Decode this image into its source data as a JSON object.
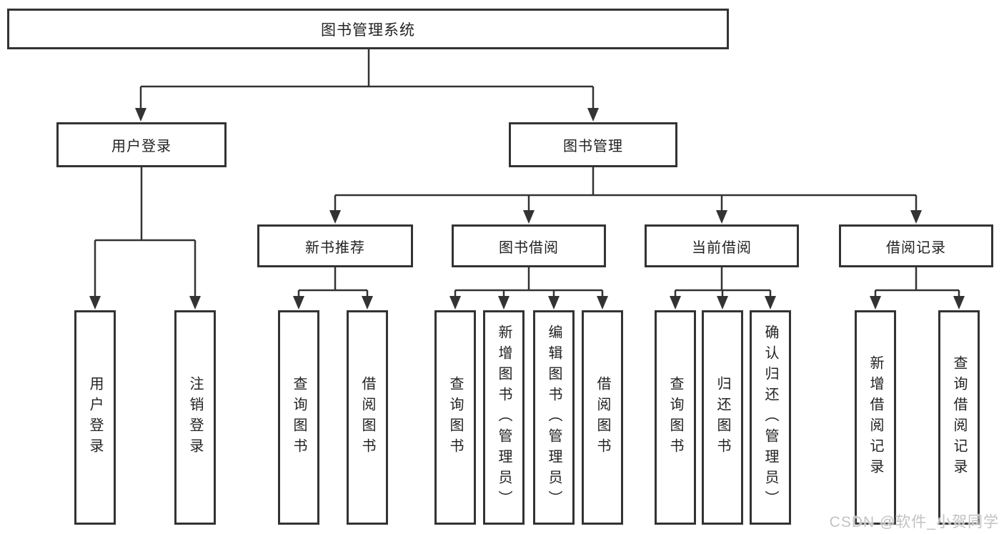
{
  "tree": {
    "label": "图书管理系统",
    "children": [
      {
        "label": "用户登录",
        "children": [
          {
            "label": "用户登录"
          },
          {
            "label": "注销登录"
          }
        ]
      },
      {
        "label": "图书管理",
        "children": [
          {
            "label": "新书推荐",
            "children": [
              {
                "label": "查询图书"
              },
              {
                "label": "借阅图书"
              }
            ]
          },
          {
            "label": "图书借阅",
            "children": [
              {
                "label": "查询图书"
              },
              {
                "label": "新增图书（管理员）"
              },
              {
                "label": "编辑图书（管理员）"
              },
              {
                "label": "借阅图书"
              }
            ]
          },
          {
            "label": "当前借阅",
            "children": [
              {
                "label": "查询图书"
              },
              {
                "label": "归还图书"
              },
              {
                "label": "确认归还（管理员）"
              }
            ]
          },
          {
            "label": "借阅记录",
            "children": [
              {
                "label": "新增借阅记录"
              },
              {
                "label": "查询借阅记录"
              }
            ]
          }
        ]
      }
    ]
  },
  "watermark": {
    "text": "CSDN @软件_小贺同学"
  },
  "colors": {
    "line": "#333333",
    "text": "#222222",
    "background": "#ffffff",
    "watermark": "#c2c2c2"
  }
}
